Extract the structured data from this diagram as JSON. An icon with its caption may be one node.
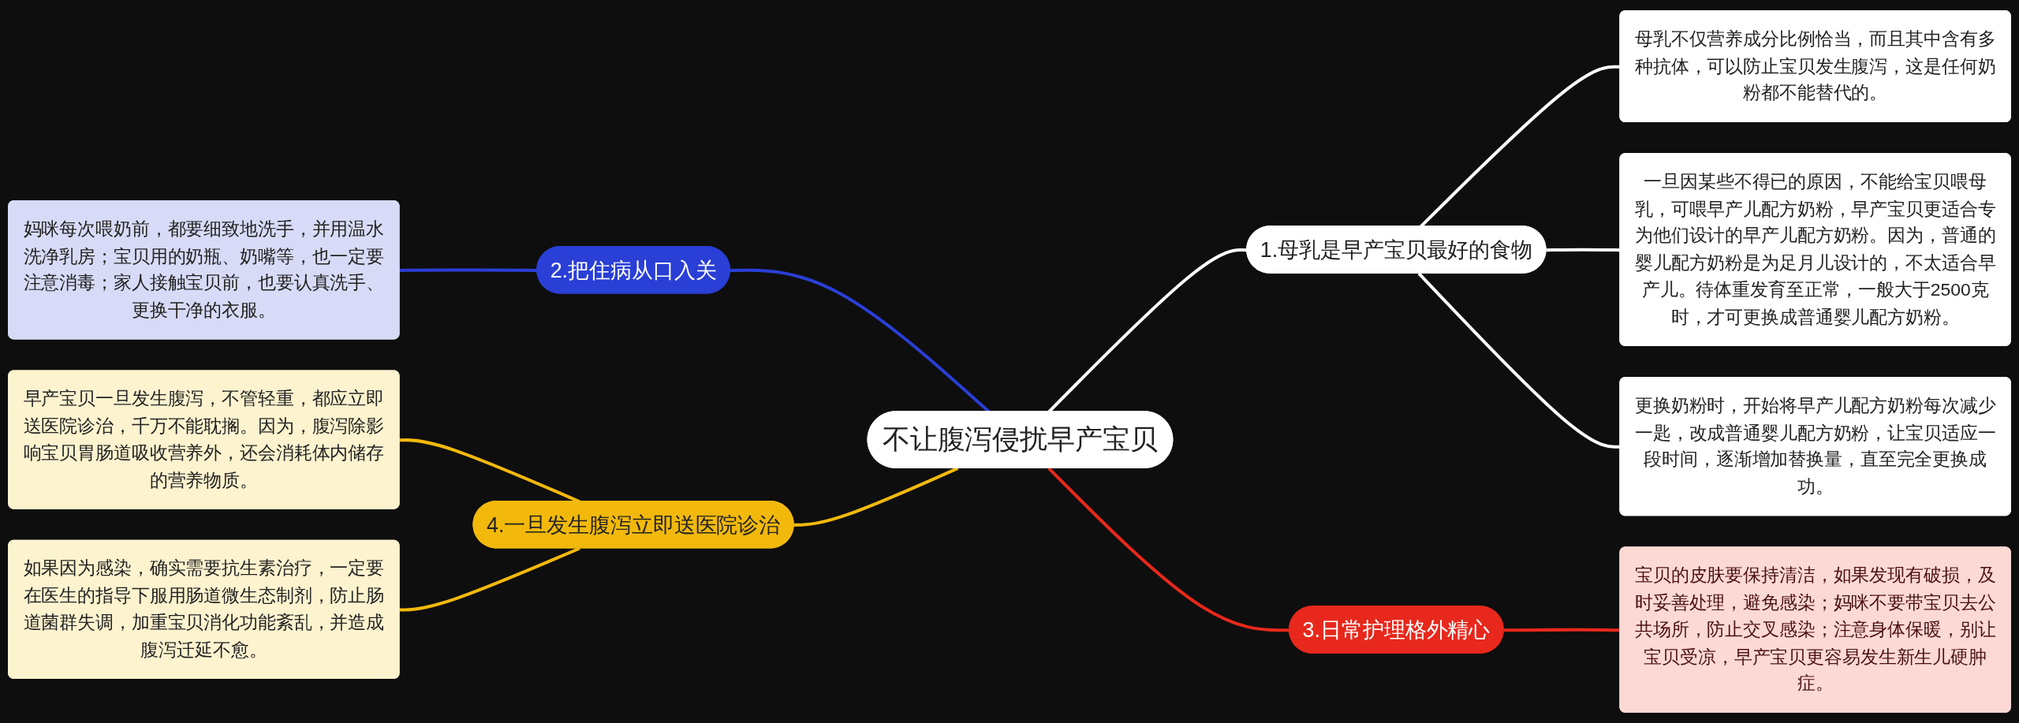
{
  "diagram": {
    "nodes": [
      {
        "text": [
          "不让腹泻侵扰早产宝贝"
        ]
      },
      {
        "text": [
          "1.母乳是早产宝贝最好的食物"
        ]
      },
      {
        "text": [
          "母乳不仅营养成分比例恰当，而且其中含有多种抗体，可以防止宝贝发生腹泻，这是任何奶粉都不能替代的。"
        ]
      },
      {
        "text": [
          "一旦因某些不得已的原因，不能给宝贝喂母乳，可喂早产儿配方奶粉，早产宝贝更适合专为他们设计的早产儿配方奶粉。因为，普通的婴儿配方奶粉是为足月儿设计的，不太适合早产儿。待体重发育至正常，一般大于2500克时，才可更换成普通婴儿配方奶粉。"
        ]
      },
      {
        "text": [
          "更换奶粉时，开始将早产儿配方奶粉每次减少一匙，改成普通婴儿配方奶粉，让宝贝适应一段时间，逐渐增加替换量，直至完全更换成功。"
        ]
      },
      {
        "text": [
          "2.把住病从口入关"
        ]
      },
      {
        "text": [
          "妈咪每次喂奶前，都要细致地洗手，并用温水洗净乳房；宝贝用的奶瓶、奶嘴等，也一定要注意消毒；家人接触宝贝前，也要认真洗手、更换干净的衣服。"
        ]
      },
      {
        "text": [
          "3.日常护理格外精心"
        ]
      },
      {
        "text": [
          "宝贝的皮肤要保持清洁，如果发现有破损，及时妥善处理，避免感染；妈咪不要带宝贝去公共场所，防止交叉感染；注意身体保暖，别让宝贝受凉，早产宝贝更容易发生新生儿硬肿症。"
        ]
      },
      {
        "text": [
          "4.一旦发生腹泻立即送医院诊治"
        ]
      },
      {
        "text": [
          "早产宝贝一旦发生腹泻，不管轻重，都应立即送医院诊治，千万不能耽搁。因为，腹泻除影响宝贝胃肠道吸收营养外，还会消耗体内储存的营养物质。"
        ]
      },
      {
        "text": [
          "如果因为感染，确实需要抗生素治疗，一定要在医生的指导下服用肠道微生态制剂，防止肠道菌群失调，加重宝贝消化功能紊乱，并造成腹泻迁延不愈。"
        ]
      }
    ],
    "edges": [
      {
        "from": 0,
        "to": 1,
        "arrow": "none",
        "color": "#ffffff"
      },
      {
        "from": 1,
        "to": 2,
        "arrow": "none",
        "color": "#ffffff"
      },
      {
        "from": 1,
        "to": 3,
        "arrow": "none",
        "color": "#ffffff"
      },
      {
        "from": 1,
        "to": 4,
        "arrow": "none",
        "color": "#ffffff"
      },
      {
        "from": 5,
        "to": 0,
        "arrow": "none",
        "color": "#2a3fd6"
      },
      {
        "from": 6,
        "to": 5,
        "arrow": "none",
        "color": "#2a3fd6"
      },
      {
        "from": 0,
        "to": 7,
        "arrow": "none",
        "color": "#e8281c"
      },
      {
        "from": 7,
        "to": 8,
        "arrow": "none",
        "color": "#e8281c"
      },
      {
        "from": 9,
        "to": 0,
        "arrow": "none",
        "color": "#f2b90c"
      },
      {
        "from": 10,
        "to": 9,
        "arrow": "none",
        "color": "#f2b90c"
      },
      {
        "from": 11,
        "to": 9,
        "arrow": "none",
        "color": "#f2b90c"
      }
    ]
  }
}
